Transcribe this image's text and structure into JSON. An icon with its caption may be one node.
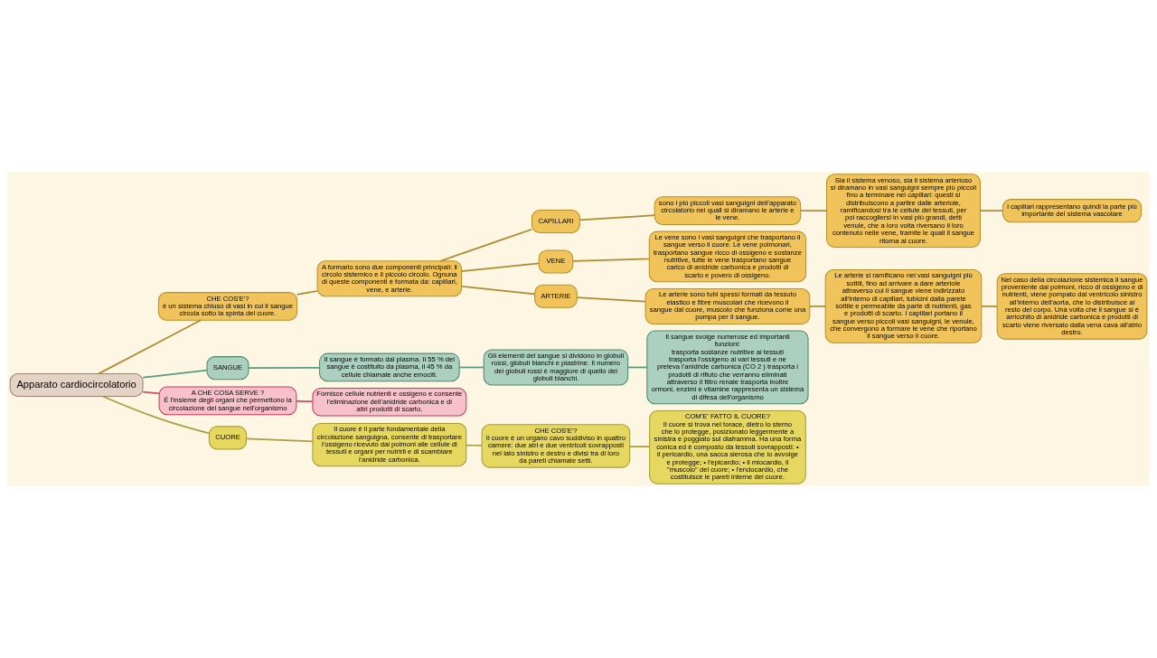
{
  "diagram": {
    "nodes": [
      {
        "text": [
          "Apparato cardiocircolatorio"
        ]
      },
      {
        "text": [
          "CHE COS'E'?",
          "è un sistema chiuso di vasi in cui il sangue circola sotto la spinta del cuore."
        ]
      },
      {
        "text": [
          "A formarlo sono due componenti principali: il circolo sistemico e il piccolo circolo. Ognuna di queste componenti è formata da: capillari, vene, e arterie."
        ]
      },
      {
        "text": [
          "CAPILLARI"
        ]
      },
      {
        "text": [
          "sono i più piccoli vasi sanguigni dell'apparato circolatorio nei quali si diramano le arterie e le vene."
        ]
      },
      {
        "text": [
          "Sia il sistema venoso, sia il sistema arterioso si diramano in vasi sanguigni sempre più piccoli fino a terminare nei capillari: questi si distribuiscono a partire dalle arteriole, ramificandosi tra le cellule dei tessuti, per poi raccogliersi in vasi più grandi, detti venule, che a loro volta riversano il loro contenuto nelle vene, tramite le quali il sangue ritorna al cuore."
        ]
      },
      {
        "text": [
          "i capillari rappresentano quindi la parte più importante del sistema vascolare"
        ]
      },
      {
        "text": [
          "VENE"
        ]
      },
      {
        "text": [
          "Le vene sono i vasi sanguigni che trasportano il sangue verso il cuore. Le vene polmonari, trasportano sangue ricco di ossigeno e sostanze nutritive, tutte le vene trasportano sangue carico di anidride carbonica e prodotti di scarto e povero di ossigeno."
        ]
      },
      {
        "text": [
          "ARTERIE"
        ]
      },
      {
        "text": [
          "Le arterie sono tubi spessi formati da tessuto elastico e fibre muscolari che ricevono il sangue dal cuore, muscolo che funziona come una pompa per il sangue."
        ]
      },
      {
        "text": [
          "Le arterie si ramificano nei vasi sanguigni più sottili, fino ad arrivare a dare arteriole attraverso cui il sangue viene indirizzato all'interno di capillari, tubicini dalla parete sottile e permeabile da parte di nutrienti, gas e prodotti di scarto. I capillari portano il sangue verso piccoli vasi sanguigni, le venule, che convergono a formare le vene che riportano il sangue verso il cuore."
        ]
      },
      {
        "text": [
          "Nel caso della circolazione sistemica il sangue proveniente dai polmoni, ricco di ossigeno e di nutrienti, viene pompato dal ventricolo sinistro all'interno dell'aorta, che lo distribuisce al resto del corpo. Una volta che il sangue si è arricchito di anidride carbonica e prodotti di scarto viene riversato dalla vena cava all'atrio destro."
        ]
      },
      {
        "text": [
          "SANGUE"
        ]
      },
      {
        "text": [
          "Il sangue è formato dal plasma. Il 55 % del sangue è costituito da plasma, il 45 % da cellule chiamate anche emociti."
        ]
      },
      {
        "text": [
          "Gli elementi del sangue si dividono in globuli rossi, globuli bianchi e piastrine. Il numero dei globuli rossi è maggiore di quello dei globuli bianchi."
        ]
      },
      {
        "text": [
          "Il sangue svolge numerose ed importanti funzioni:",
          "trasporta sostanze nutritive ai tessuti trasporta l'ossigeno ai vari tessuti e ne preleva l'anidride carbonica (CO 2 ) trasporta i prodotti di rifiuto che verranno eliminati attraverso il filtro renale trasporta inoltre ormoni, enzimi e vitamine rappresenta un sistema di difesa dell'organismo"
        ]
      },
      {
        "text": [
          "A CHE COSA SERVE ?",
          "É l'insieme degli organi che permettono la circolazione del sangue nell'organismo"
        ]
      },
      {
        "text": [
          "Fornisce cellule nutrienti e ossigeno e consente l'eliminazione dell'anidride carbonica e di altri prodotti di scarto."
        ]
      },
      {
        "text": [
          "CUORE"
        ]
      },
      {
        "text": [
          "Il cuore è il parte fondamentale della circolazione sanguigna, consente di trasportare l'ossigeno ricevuto dai polmoni alle cellule di tessuti e organi per nutrirli e di scambiare l'anidride carbonica."
        ]
      },
      {
        "text": [
          "CHE COS'E'?",
          "Il cuore è un organo cavo suddiviso in quattro camere: due atri e due ventricoli sovrapposti nel lato sinistro e destro e divisi tra di loro da pareti chiamate setti."
        ]
      },
      {
        "text": [
          "COM'E' FATTO IL CUORE?",
          "Il cuore si trova nel torace, dietro lo sterno che lo protegge, posizionato leggermente a sinistra e poggiato sul diaframma. Ha una forma conica ed è composto da tessuti sovrapposti: • il pericardio, una sacca sierosa che lo avvolge e protegge; • l'epicardio; • il miocardio, il \"muscolo\" del cuore; • l'endocardio, che costituisce le pareti interne del cuore."
        ]
      }
    ],
    "edges": [
      {
        "from": 0,
        "to": 1,
        "arrow": "none"
      },
      {
        "from": 1,
        "to": 2,
        "arrow": "none"
      },
      {
        "from": 2,
        "to": 3,
        "arrow": "none"
      },
      {
        "from": 3,
        "to": 4,
        "arrow": "none"
      },
      {
        "from": 4,
        "to": 5,
        "arrow": "none"
      },
      {
        "from": 5,
        "to": 6,
        "arrow": "none"
      },
      {
        "from": 2,
        "to": 7,
        "arrow": "none"
      },
      {
        "from": 7,
        "to": 8,
        "arrow": "none"
      },
      {
        "from": 2,
        "to": 9,
        "arrow": "none"
      },
      {
        "from": 9,
        "to": 10,
        "arrow": "none"
      },
      {
        "from": 10,
        "to": 11,
        "arrow": "none"
      },
      {
        "from": 11,
        "to": 12,
        "arrow": "none"
      },
      {
        "from": 0,
        "to": 13,
        "arrow": "none",
        "color": "#5a9a80"
      },
      {
        "from": 13,
        "to": 14,
        "arrow": "none",
        "color": "#5a9a80"
      },
      {
        "from": 14,
        "to": 15,
        "arrow": "none",
        "color": "#5a9a80"
      },
      {
        "from": 15,
        "to": 16,
        "arrow": "none",
        "color": "#5a9a80"
      },
      {
        "from": 0,
        "to": 17,
        "arrow": "none",
        "color": "#d04a6a"
      },
      {
        "from": 17,
        "to": 18,
        "arrow": "none",
        "color": "#d04a6a"
      },
      {
        "from": 0,
        "to": 19,
        "arrow": "none",
        "color": "#a8a040"
      },
      {
        "from": 19,
        "to": 20,
        "arrow": "none",
        "color": "#a8a040"
      },
      {
        "from": 20,
        "to": 21,
        "arrow": "none",
        "color": "#a8a040"
      },
      {
        "from": 21,
        "to": 22,
        "arrow": "none",
        "color": "#a8a040"
      }
    ]
  }
}
